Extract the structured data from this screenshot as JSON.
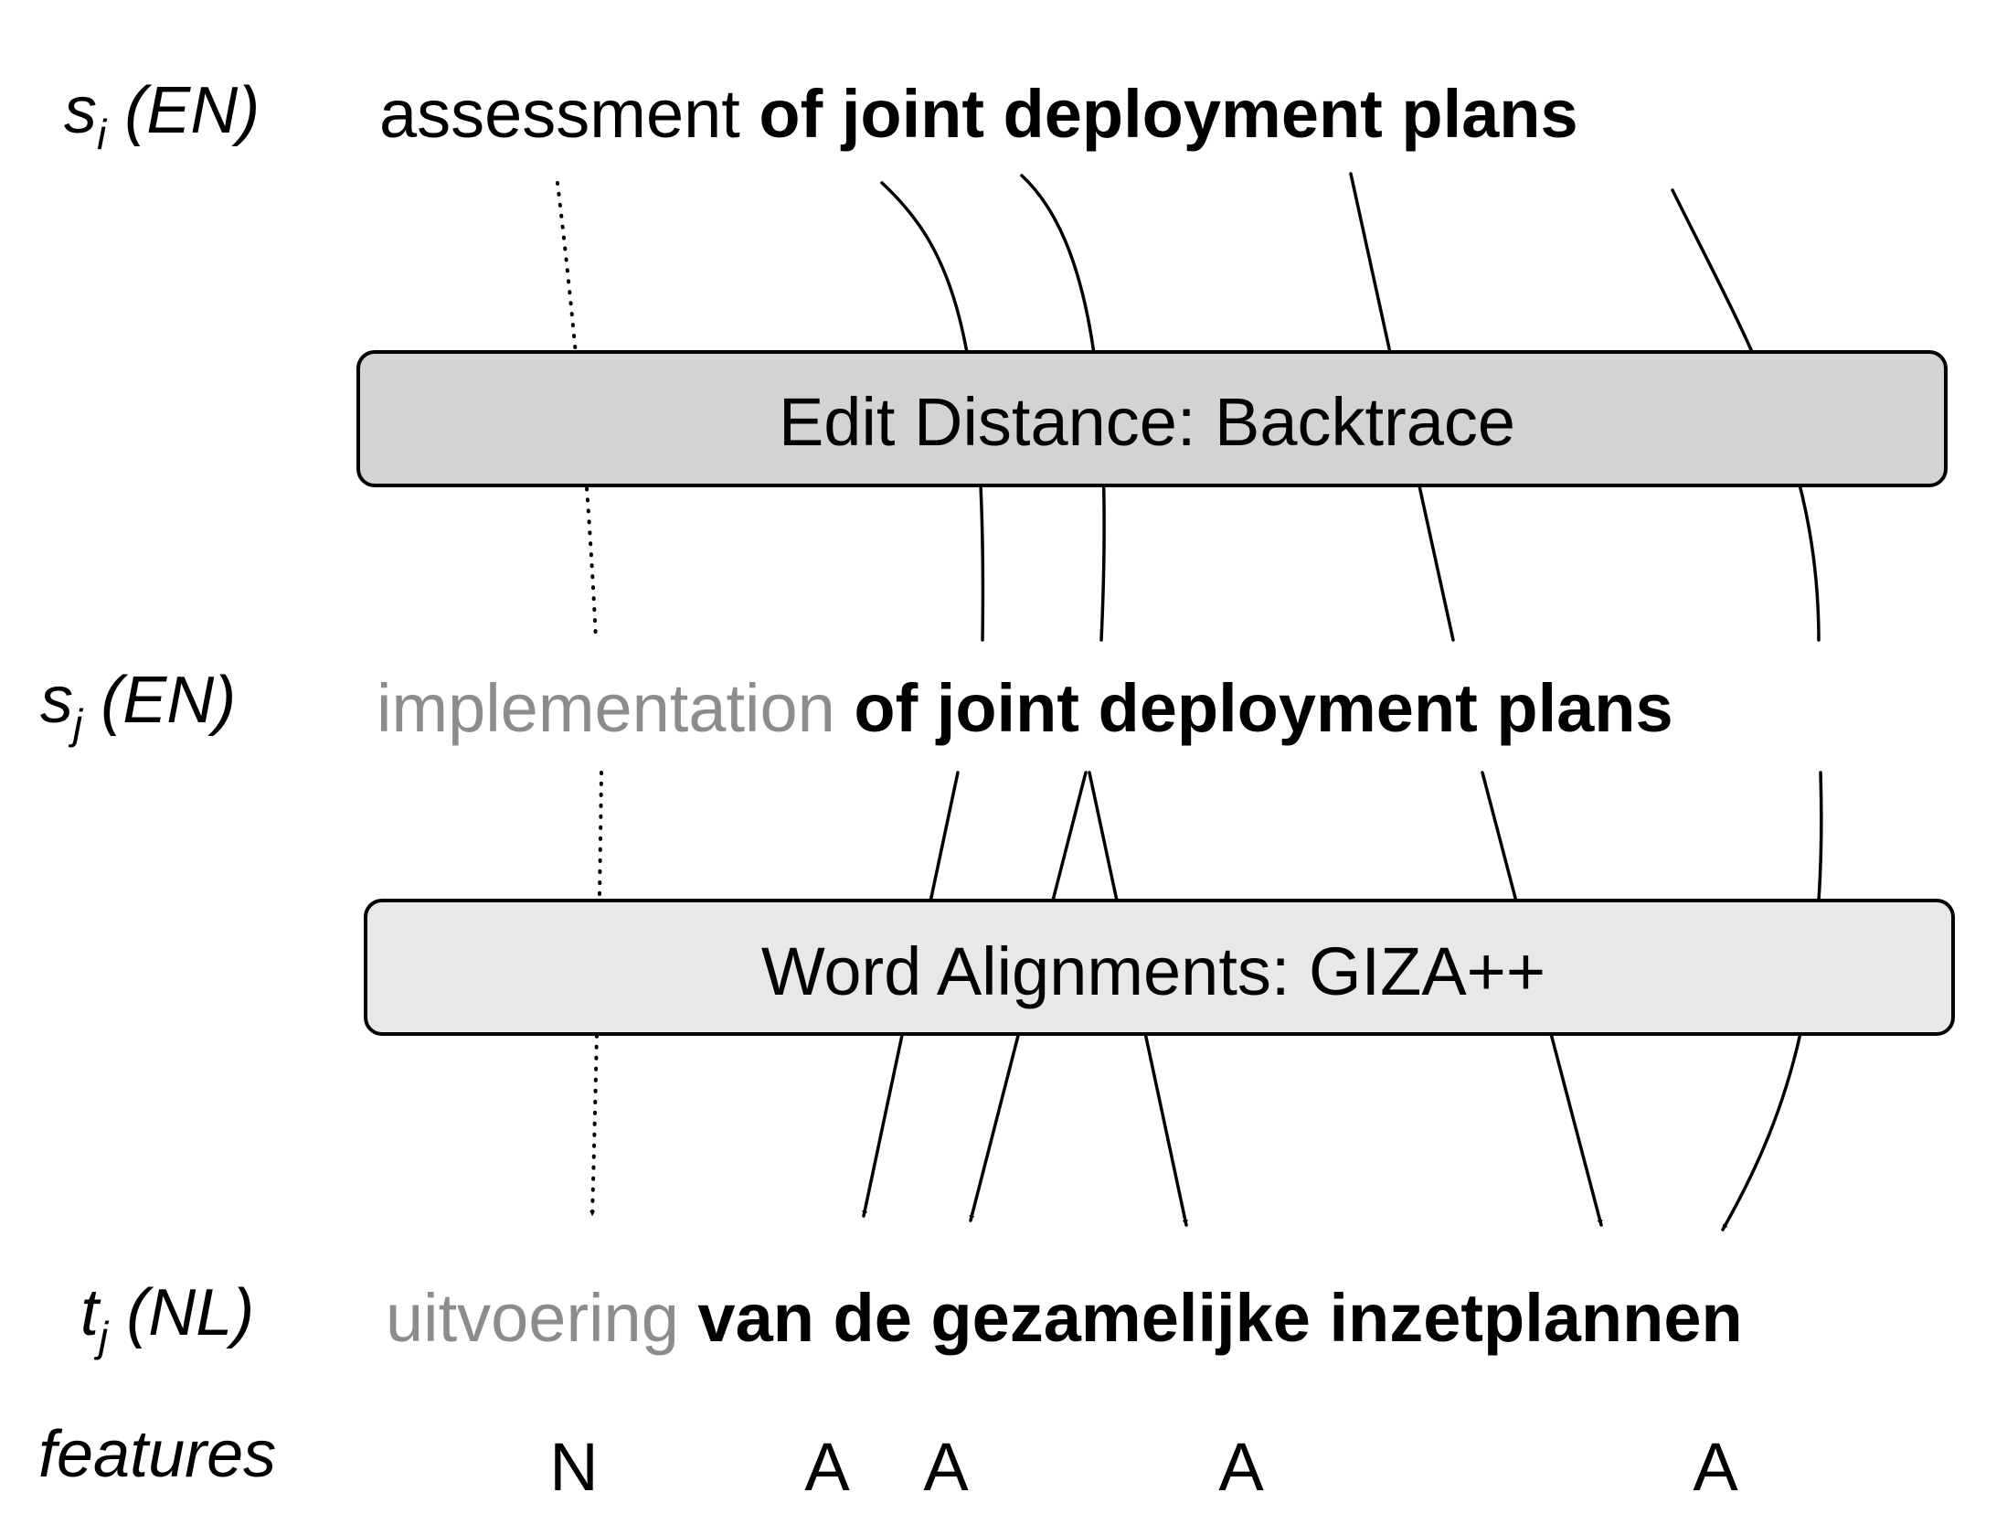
{
  "rows": {
    "source": {
      "label_main": "s",
      "label_sub": "i",
      "label_tail": " (EN)",
      "words": [
        {
          "text": "assessment",
          "style": "normal"
        },
        {
          "text": "of",
          "style": "bold"
        },
        {
          "text": "joint",
          "style": "bold"
        },
        {
          "text": "deployment",
          "style": "bold"
        },
        {
          "text": "plans",
          "style": "bold"
        }
      ]
    },
    "match": {
      "label_main": "s",
      "label_sub": "j",
      "label_tail": " (EN)",
      "words": [
        {
          "text": "implementation",
          "style": "grey"
        },
        {
          "text": "of",
          "style": "bold"
        },
        {
          "text": "joint",
          "style": "bold"
        },
        {
          "text": "deployment",
          "style": "bold"
        },
        {
          "text": "plans",
          "style": "bold"
        }
      ]
    },
    "target": {
      "label_main": "t",
      "label_sub": "j",
      "label_tail": " (NL)",
      "words": [
        {
          "text": "uitvoering",
          "style": "grey"
        },
        {
          "text": "van",
          "style": "bold"
        },
        {
          "text": "de",
          "style": "bold"
        },
        {
          "text": "gezamelijke",
          "style": "bold"
        },
        {
          "text": "inzetplannen",
          "style": "bold"
        }
      ]
    },
    "features": {
      "label": "features",
      "values": [
        "N",
        "A",
        "A",
        "A",
        "A"
      ]
    }
  },
  "boxes": {
    "edit_distance": {
      "label": "Edit Distance: Backtrace",
      "fill": "#d3d3d3"
    },
    "word_alignments": {
      "label": "Word Alignments: GIZA++",
      "fill": "#e8e8e8"
    }
  },
  "colors": {
    "text": "#000000",
    "unmatched_text": "#8c8c8c"
  }
}
